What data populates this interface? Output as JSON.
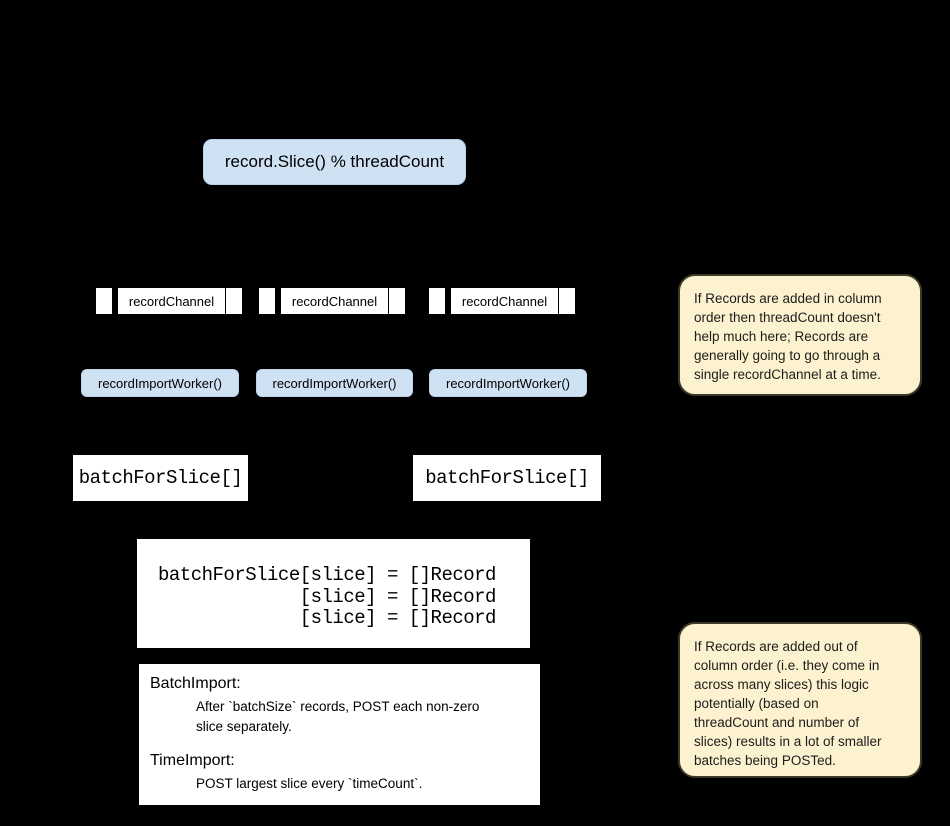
{
  "colors": {
    "background": "#000000",
    "box_blue": "#cfe2f3",
    "box_white": "#ffffff",
    "callout_cream": "#fdf2cf",
    "border_black": "#000000",
    "text": "#000000"
  },
  "top_box": {
    "label": "record.Slice() % threadCount"
  },
  "channels": [
    {
      "label": "recordChannel"
    },
    {
      "label": "recordChannel"
    },
    {
      "label": "recordChannel"
    }
  ],
  "workers": [
    {
      "label": "recordImportWorker()"
    },
    {
      "label": "recordImportWorker()"
    },
    {
      "label": "recordImportWorker()"
    }
  ],
  "batch_slices": [
    {
      "label": "batchForSlice[]"
    },
    {
      "label": "batchForSlice[]"
    }
  ],
  "code_box": {
    "lines": [
      "batchForSlice[slice] = []Record",
      "             [slice] = []Record",
      "             [slice] = []Record"
    ]
  },
  "import_box": {
    "sections": [
      {
        "heading": "BatchImport:",
        "lines": [
          "After `batchSize` records, POST each non-zero",
          "slice separately."
        ]
      },
      {
        "heading": "TimeImport:",
        "lines": [
          "POST largest slice every `timeCount`."
        ]
      }
    ]
  },
  "callouts": [
    {
      "lines": [
        "If Records are added in column",
        "order then threadCount doesn't",
        "help much here; Records are",
        "generally going to go through a",
        "single recordChannel at a time."
      ]
    },
    {
      "lines": [
        "If Records are added out of",
        "column order (i.e. they come in",
        "across many slices) this logic",
        "potentially (based on",
        "threadCount and number of",
        "slices) results in a lot of smaller",
        "batches being POSTed."
      ]
    }
  ]
}
